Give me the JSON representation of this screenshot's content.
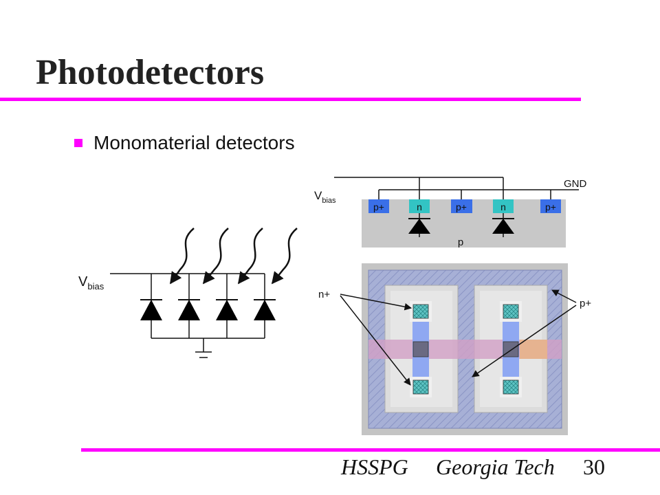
{
  "slide": {
    "title": "Photodetectors",
    "bullet": "Monomaterial detectors"
  },
  "circuit": {
    "vbias_label": "V",
    "vbias_sub": "bias"
  },
  "cross_section": {
    "vbias_label": "V",
    "vbias_sub": "bias",
    "gnd_label": "GND",
    "regions": [
      "p+",
      "n",
      "p+",
      "n",
      "p+"
    ],
    "substrate_label": "p"
  },
  "layout": {
    "n_plus_label": "n+",
    "p_plus_label": "p+"
  },
  "footer": {
    "org": "HSSPG",
    "school": "Georgia Tech",
    "page": "30"
  },
  "colors": {
    "accent": "#ff00ff",
    "p_plus": "#3a6fe8",
    "n": "#33c4c4",
    "substrate": "#c8c8c8"
  }
}
